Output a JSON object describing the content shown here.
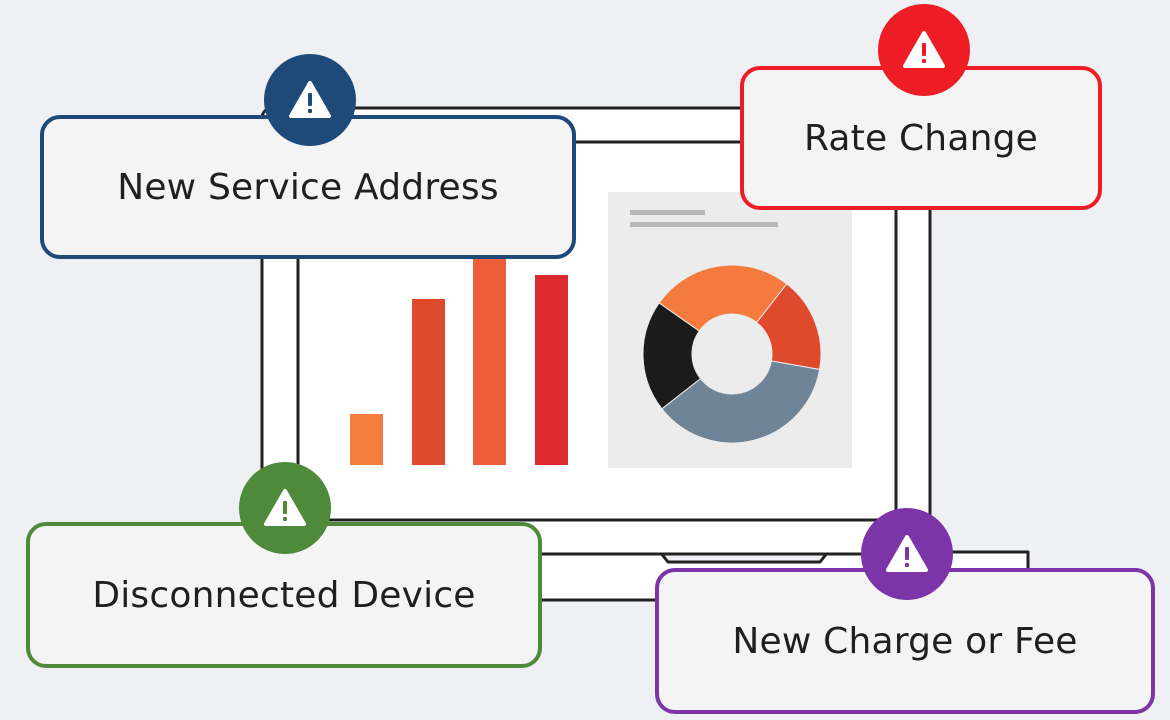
{
  "alerts": {
    "service_address": {
      "label": "New Service Address",
      "color": "#1e4a7a"
    },
    "rate_change": {
      "label": "Rate Change",
      "color": "#ee1c25"
    },
    "disconnected_device": {
      "label": "Disconnected Device",
      "color": "#4f8a3a"
    },
    "new_charge": {
      "label": "New Charge or Fee",
      "color": "#7c35a8"
    }
  },
  "icons": {
    "badge": "warning-triangle-icon"
  },
  "colors": {
    "background": "#eef0f4",
    "bar_orange": "#f47c3c",
    "bar_red_orange": "#e04a2c",
    "bar_orange_red": "#ec5f3a",
    "bar_red": "#dd2a2f",
    "donut_orange": "#f47a3e",
    "donut_red": "#df4a2d",
    "donut_gray": "#6f8496",
    "donut_black": "#1b1b1b"
  }
}
